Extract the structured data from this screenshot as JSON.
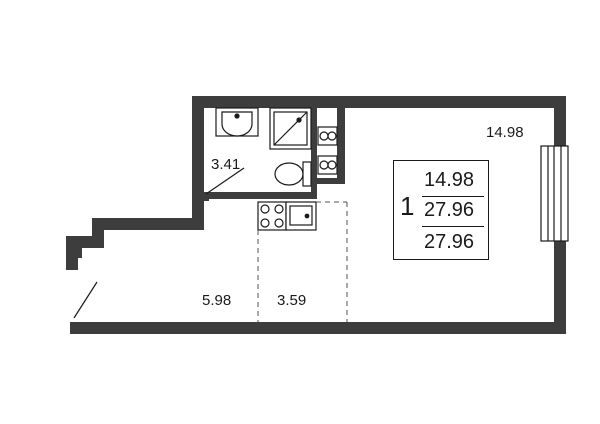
{
  "plan": {
    "wall_color": "#3d3d3d",
    "line_color": "#1a1a1a",
    "dash_color": "#555555",
    "background": "#ffffff"
  },
  "areas": {
    "living_room": "14.98",
    "bathroom": "3.41",
    "hallway": "5.98",
    "kitchen": "3.59"
  },
  "summary": {
    "rooms": "1",
    "living_area": "14.98",
    "total_area": "27.96",
    "total_area_with_balcony": "27.96"
  },
  "icons": [
    "sink-icon",
    "shower-icon",
    "washing-machine-icon",
    "toilet-icon",
    "stove-icon",
    "kitchen-sink-icon",
    "window-icon",
    "door-swing-icon"
  ]
}
